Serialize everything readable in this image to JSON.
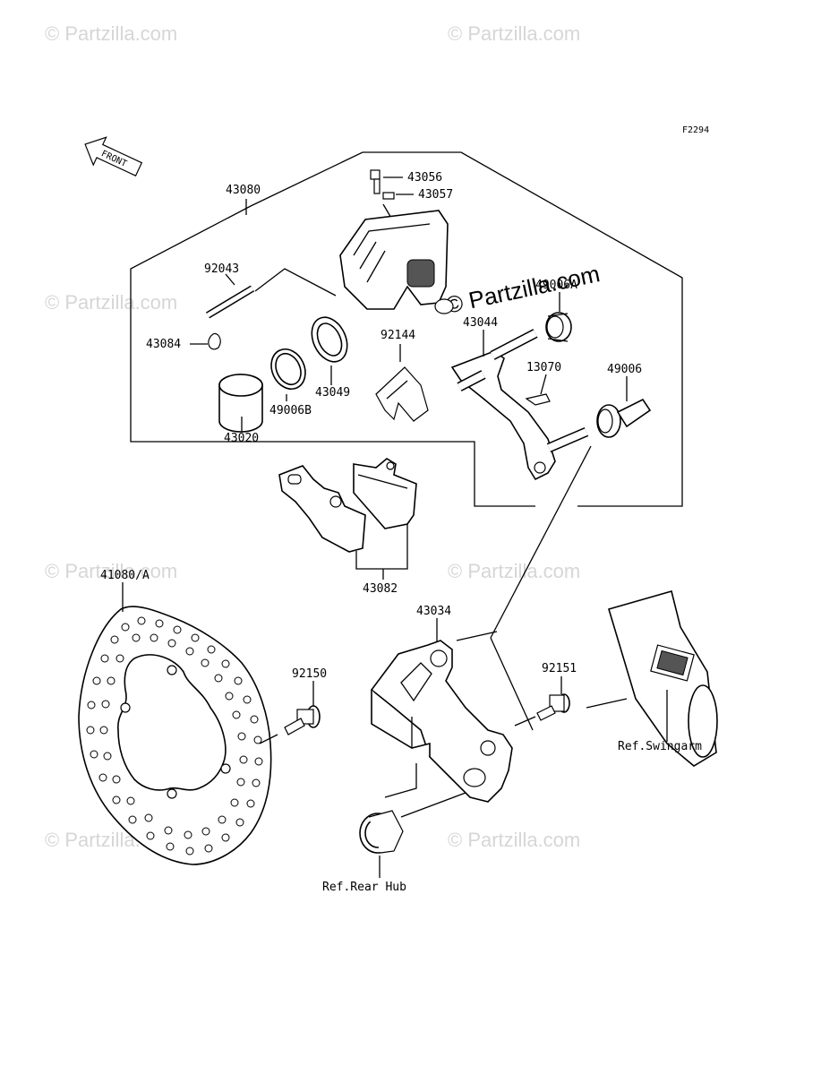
{
  "diagram_id": "F2294",
  "front_marker": "FRONT",
  "watermarks": {
    "corner": "© Partzilla.com",
    "center": "© Partzilla.com"
  },
  "parts": {
    "p43080": "43080",
    "p43056": "43056",
    "p43057": "43057",
    "p92043": "92043",
    "p43084": "43084",
    "p43049": "43049",
    "p49006B": "49006B",
    "p43020": "43020",
    "p92144": "92144",
    "p43044": "43044",
    "p49006A": "49006A",
    "p13070": "13070",
    "p49006": "49006",
    "p43082": "43082",
    "p41080A": "41080/A",
    "p43034": "43034",
    "p92150": "92150",
    "p92151": "92151"
  },
  "references": {
    "swingarm": "Ref.Swingarm",
    "rear_hub": "Ref.Rear Hub"
  }
}
